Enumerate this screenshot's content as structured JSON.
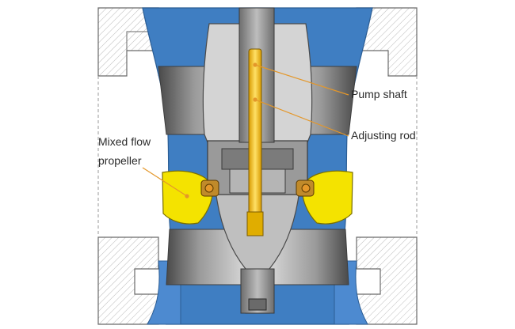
{
  "labels": {
    "pump_shaft": "Pump shaft",
    "adjusting_rod": "Adjusting rod",
    "mixed_flow_line1": "Mixed flow",
    "mixed_flow_line2": "propeller"
  },
  "colors": {
    "water_blue": "#3f7ec2",
    "housing_grey": "#8c8c8c",
    "light_grey": "#cfcfcf",
    "propeller_yellow": "#f4e300",
    "rod_yellow": "#f2c400",
    "leader_orange": "#e4972a",
    "hatch_grey": "#a8a8a8"
  }
}
